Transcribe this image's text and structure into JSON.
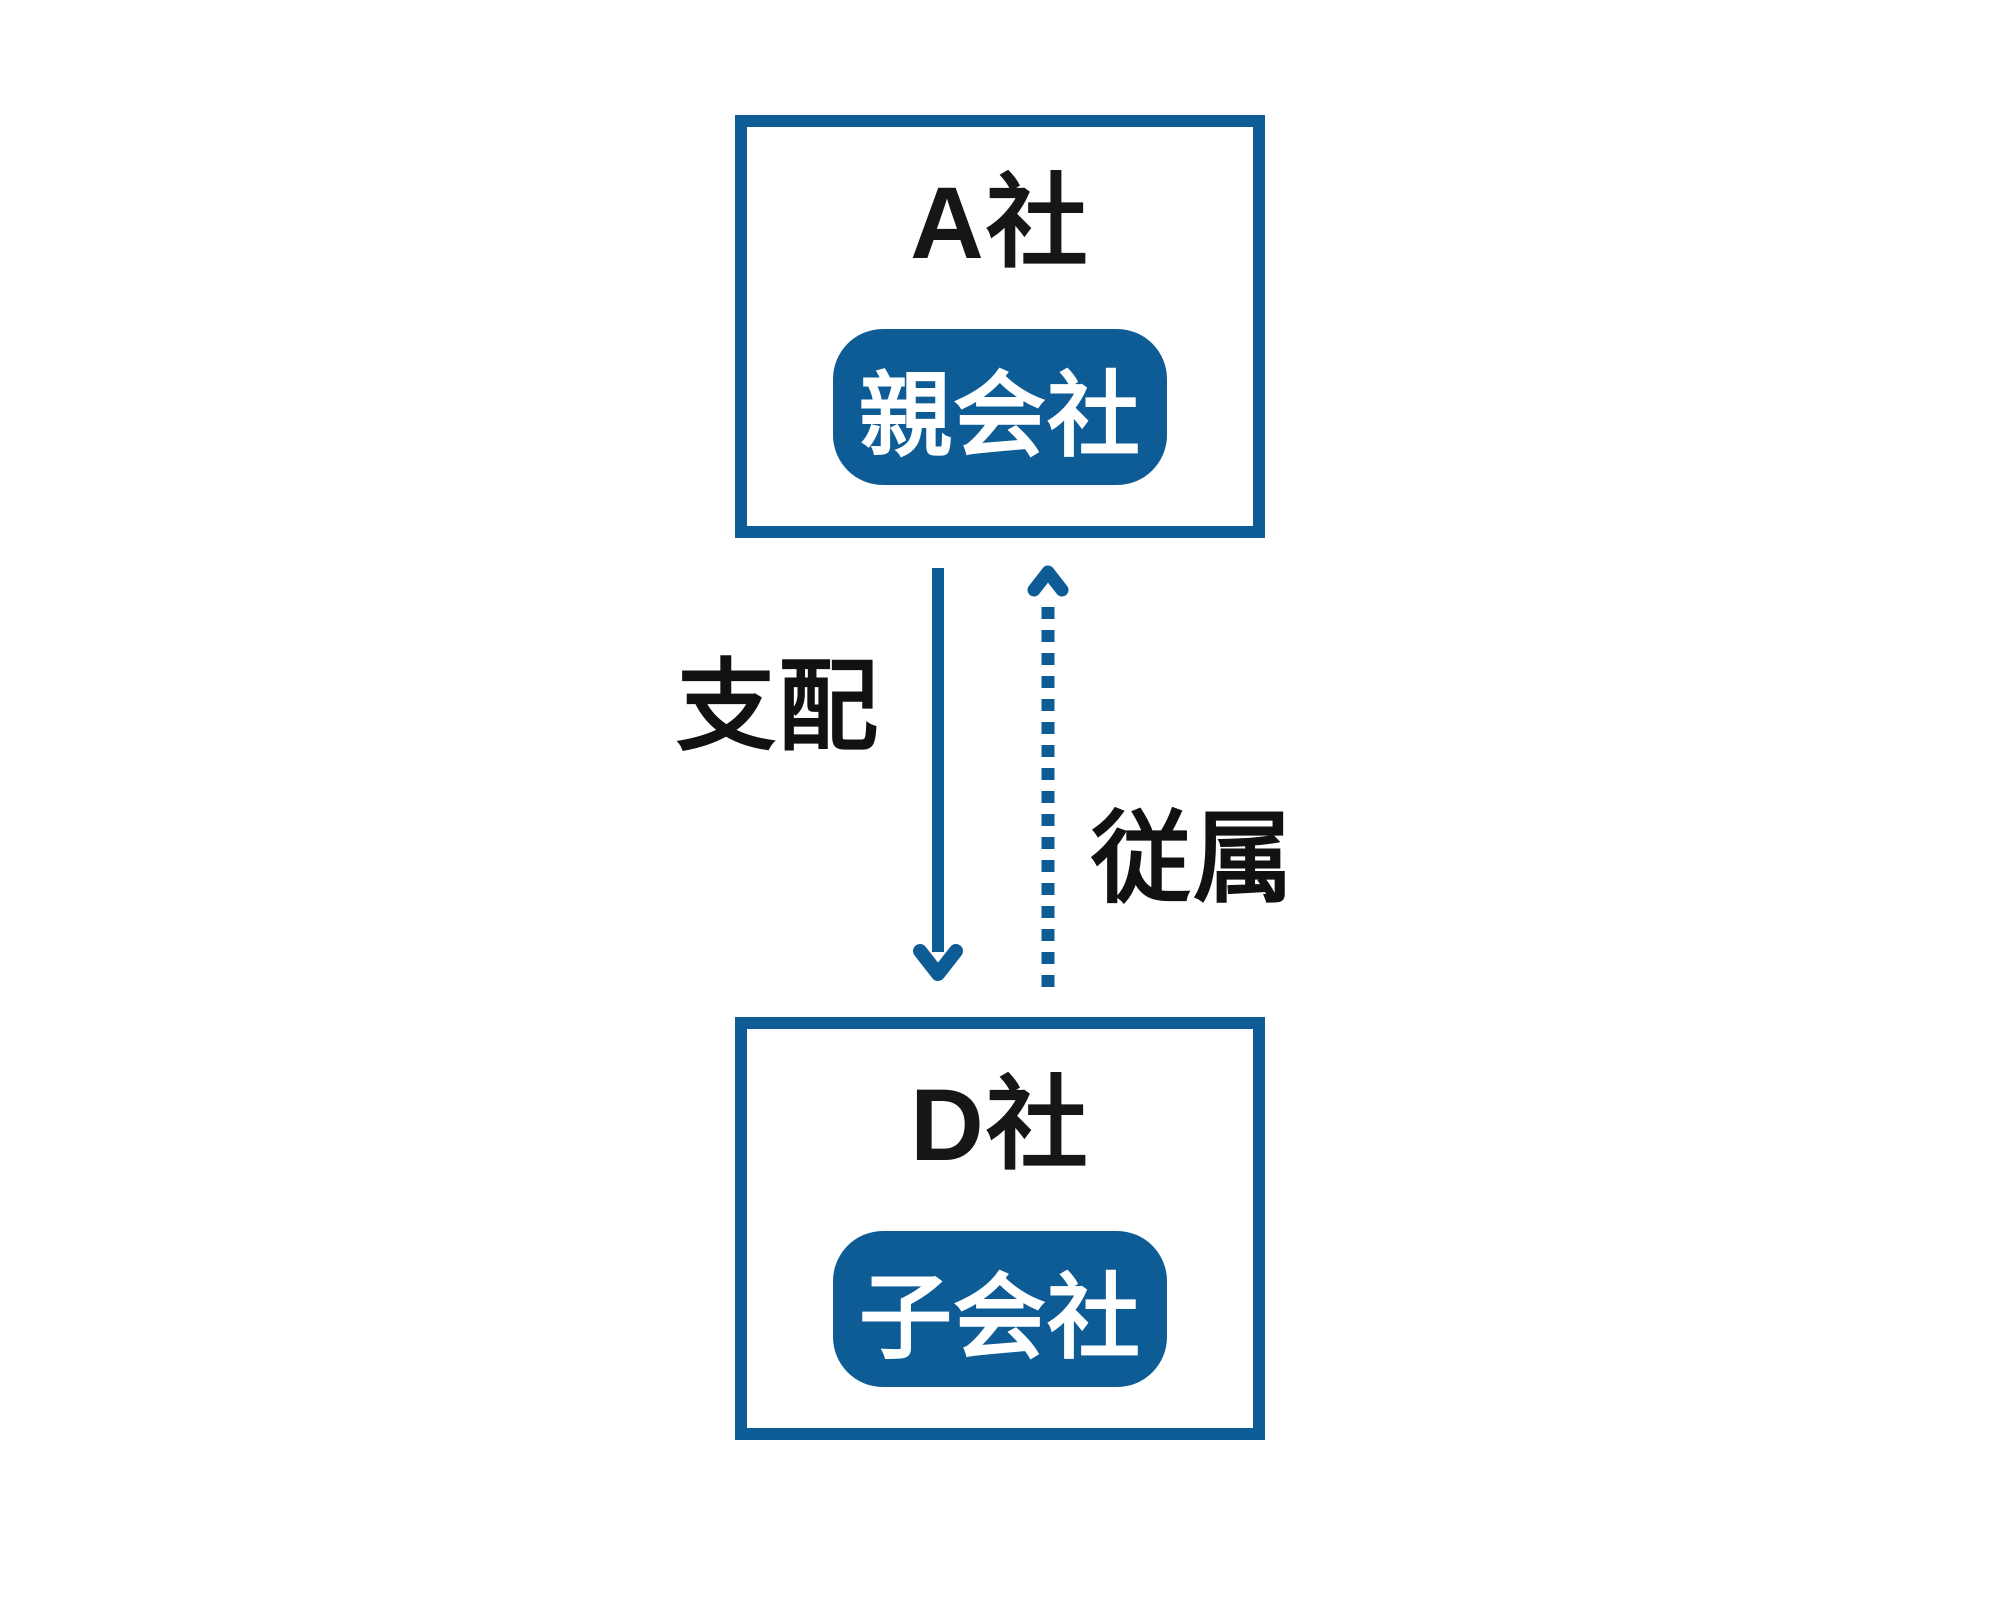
{
  "canvas": {
    "background": "#ffffff"
  },
  "colors": {
    "accent": "#0e5c96",
    "label_text": "#111111",
    "company_text": "#161616",
    "badge_text": "#ffffff"
  },
  "parent_company": {
    "name": "A社",
    "role_badge": "親会社"
  },
  "child_company": {
    "name": "D社",
    "role_badge": "子会社"
  },
  "relations": {
    "control": {
      "label": "支配",
      "line_style": "solid",
      "direction": "down"
    },
    "subordination": {
      "label": "従属",
      "line_style": "dotted",
      "direction": "up"
    }
  }
}
